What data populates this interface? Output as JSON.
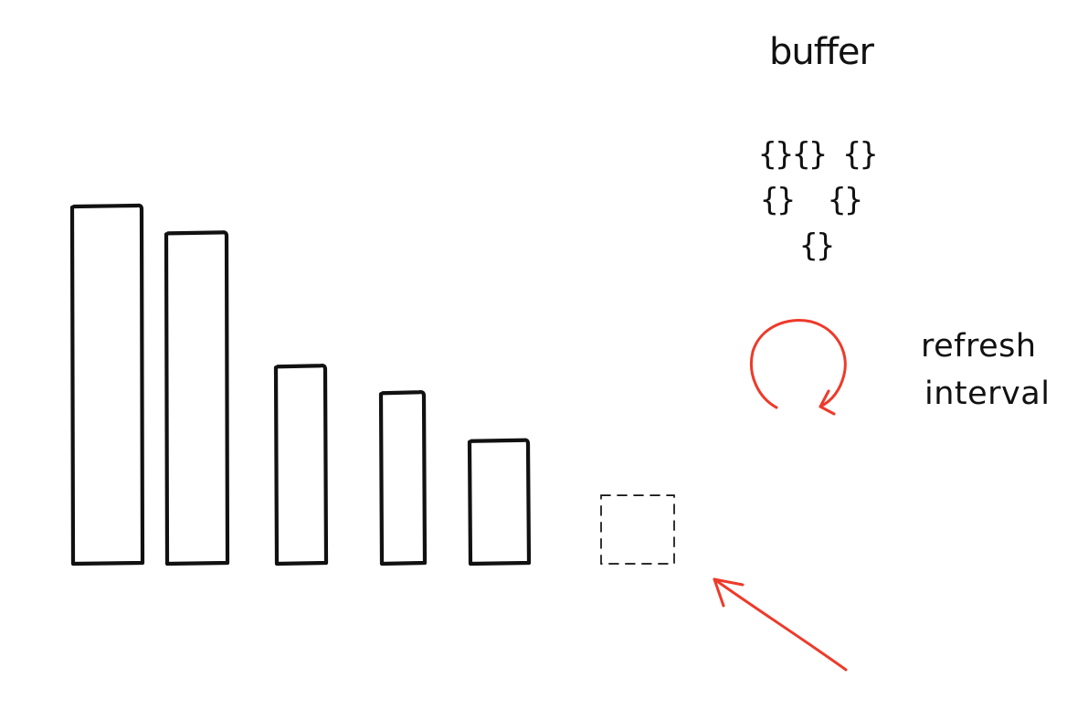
{
  "labels": {
    "buffer": "buffer",
    "refresh_line1": "refresh",
    "refresh_line2": "interval"
  },
  "buffer_items": {
    "row1": "{}{} {}",
    "row2": "{}  {}",
    "row3": "{}"
  },
  "bars": {
    "relative_heights": [
      1.0,
      0.925,
      0.553,
      0.479,
      0.345
    ],
    "pending_slot_height": 0.191
  },
  "colors": {
    "ink": "#111111",
    "accent": "#ee3a2a"
  },
  "icons": {
    "refresh": "circular-arrow-icon",
    "pointer": "arrow-icon"
  }
}
